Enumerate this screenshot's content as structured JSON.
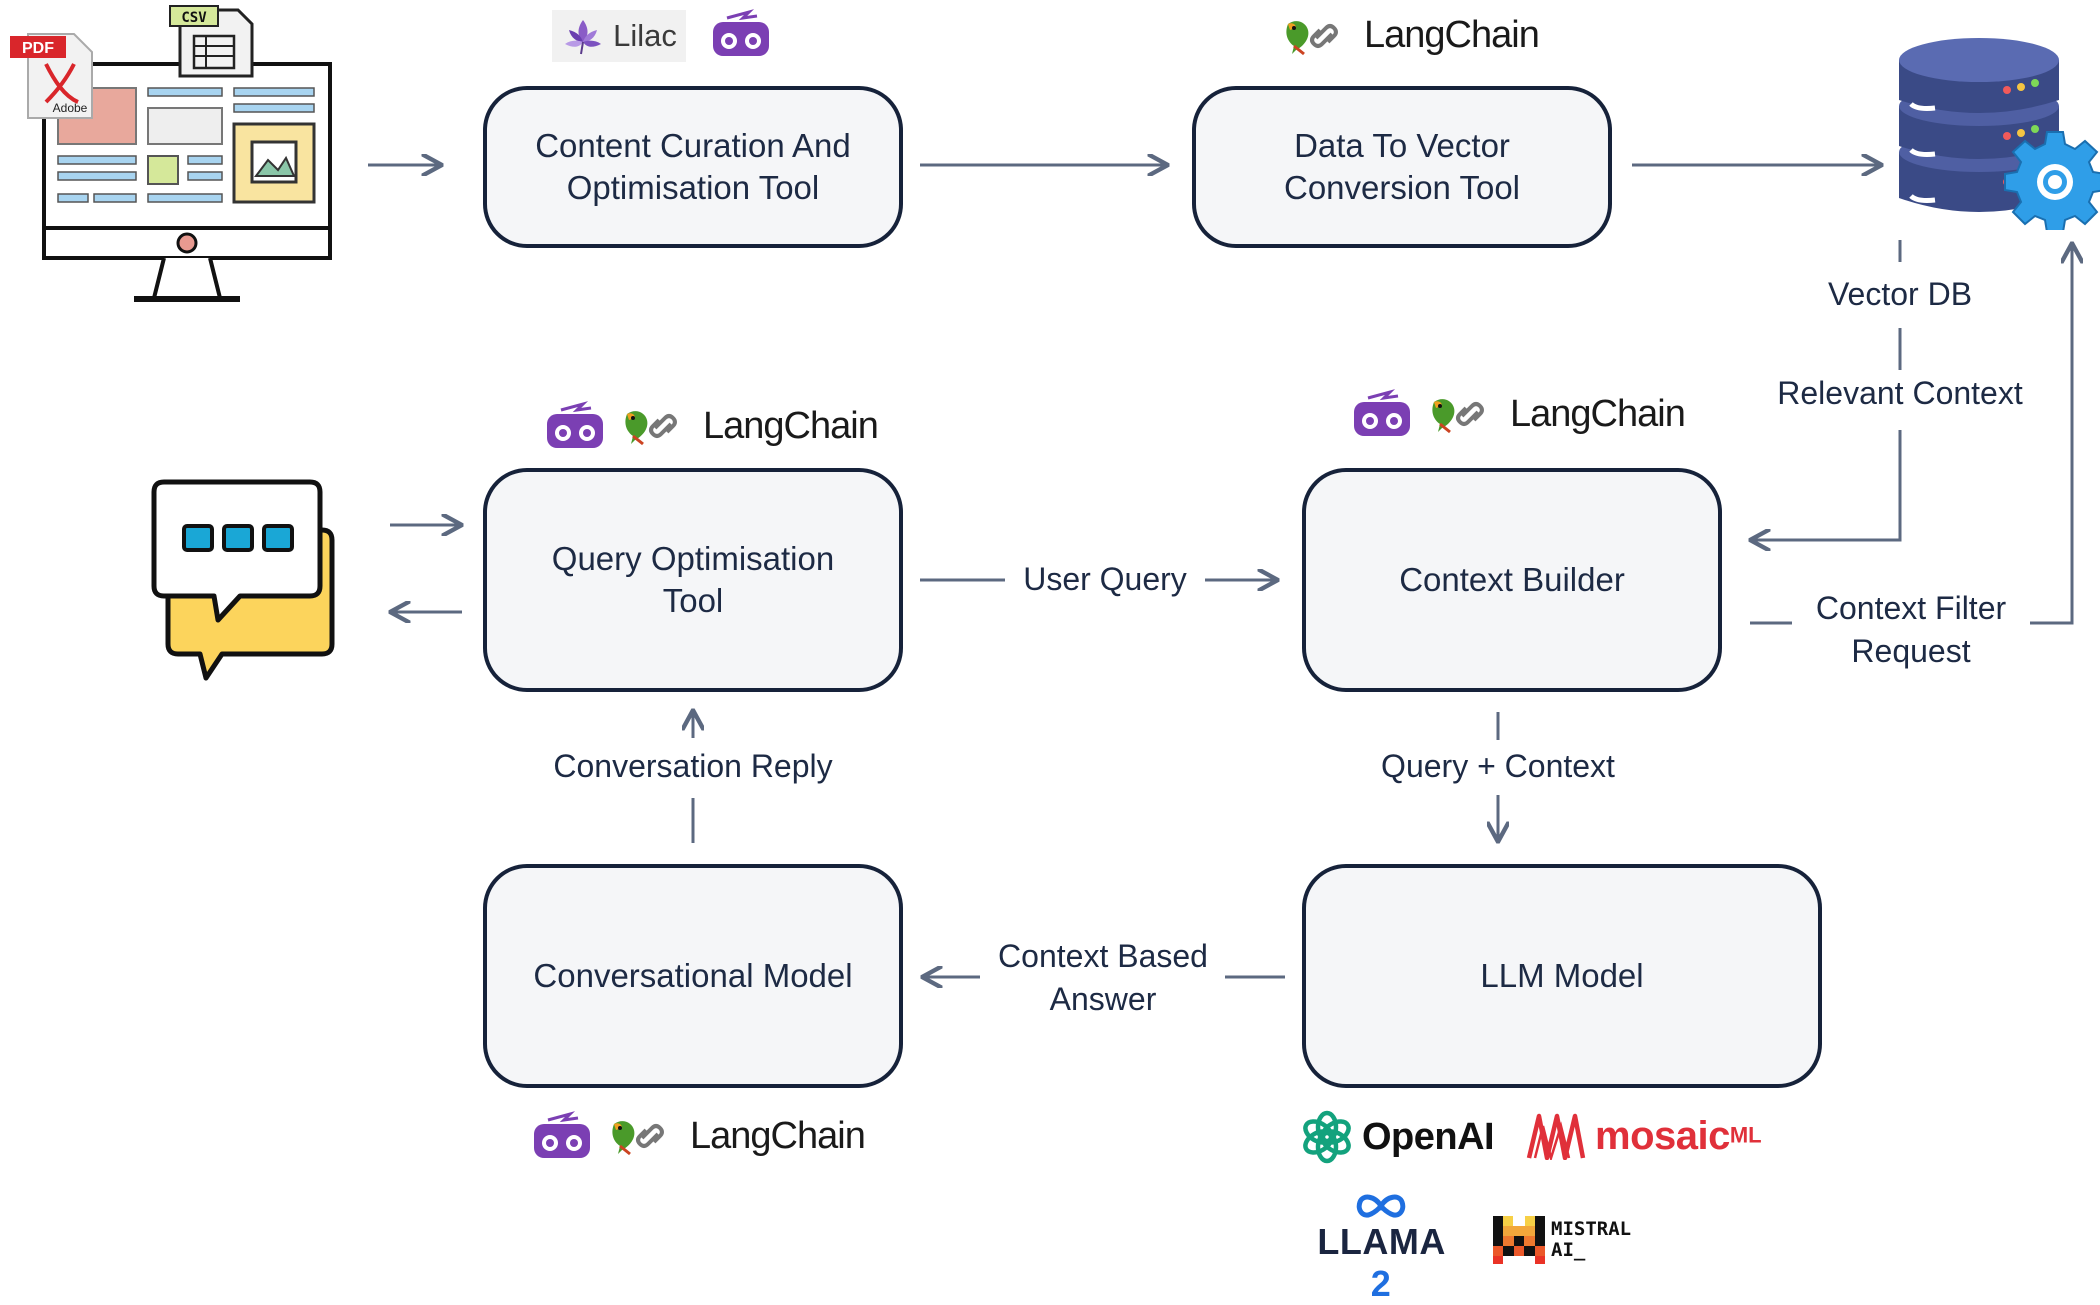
{
  "nodes": {
    "content_curation": "Content Curation And\nOptimisation Tool",
    "data_to_vector": "Data To Vector\nConversion Tool",
    "query_optimisation": "Query Optimisation\nTool",
    "context_builder": "Context Builder",
    "conversational_model": "Conversational Model",
    "llm_model": "LLM Model"
  },
  "edge_labels": {
    "vector_db": "Vector DB",
    "relevant_context": "Relevant Context",
    "user_query": "User Query",
    "context_filter_request": "Context Filter\nRequest",
    "conversation_reply": "Conversation Reply",
    "query_plus_context": "Query + Context",
    "context_based_answer": "Context Based\nAnswer"
  },
  "brands": {
    "lilac": "Lilac",
    "langchain": "LangChain",
    "openai": "OpenAI",
    "mosaic": "mosaic",
    "mosaic_sup": "ML",
    "llama": "LLAMA",
    "llama_num": "2",
    "mistral": "MISTRAL\nAI_"
  },
  "document_icons": {
    "pdf": "PDF",
    "adobe": "Adobe",
    "csv": "CSV"
  },
  "colors": {
    "box_border": "#16223a",
    "box_fill": "#f5f6f8",
    "arrow": "#5c6980",
    "langchain_robot": "#7b3fb3",
    "openai": "#13a27d",
    "mosaic": "#e0303a",
    "meta": "#1f6fe0",
    "database": "#3a4a86",
    "gear": "#2f9ee8",
    "chat_yellow": "#fcd45c",
    "chat_blue": "#1aa7d6"
  },
  "icons": [
    "monitor-with-documents-icon",
    "database-with-gear-icon",
    "chat-bubbles-icon",
    "langchain-robot-icon",
    "langchain-parrot-chain-icon",
    "lilac-flower-icon",
    "openai-icon",
    "mosaic-ml-icon",
    "meta-infinity-icon",
    "mistral-m-icon"
  ]
}
